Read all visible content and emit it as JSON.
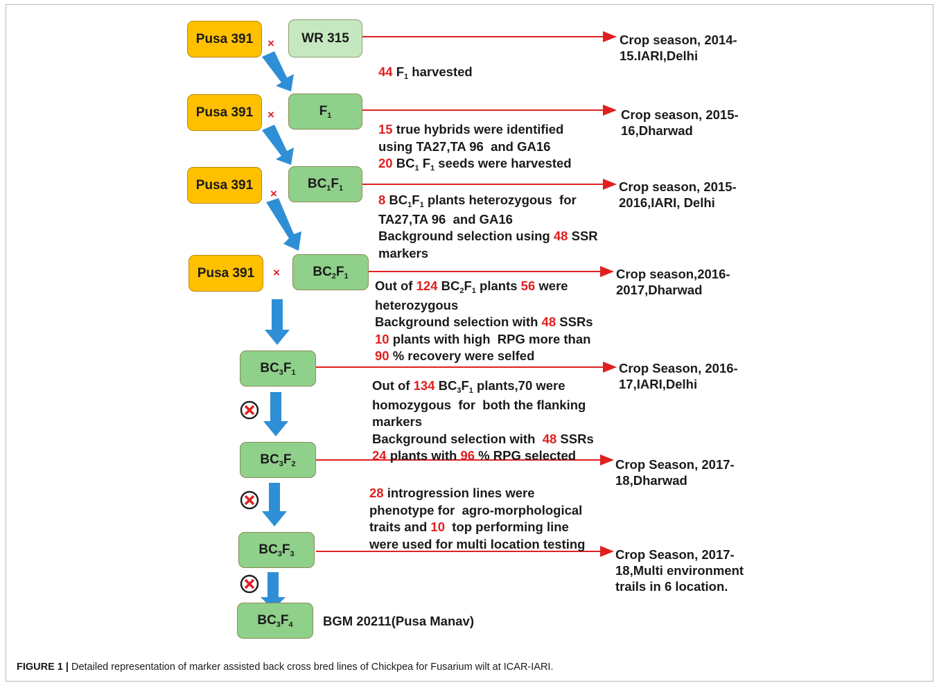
{
  "boxes": {
    "pusa391": "Pusa 391",
    "wr315": "WR 315",
    "f1": "F",
    "bc1f1": "BC",
    "bc2f1": "BC",
    "bc3f1": "BC",
    "bc3f2": "BC",
    "bc3f3": "BC",
    "bc3f4": "BC"
  },
  "cross_symbol": "×",
  "generation_labels": {
    "f1_sub": "1",
    "bc1_sub": "1",
    "bc2_sub": "2",
    "bc3_sub": "3",
    "f_sub_1": "1",
    "f_sub_2": "2",
    "f_sub_3": "3",
    "f_sub_4": "4",
    "F": "F"
  },
  "seasons": [
    "Crop season, 2014-\n15.IARI,Delhi",
    "Crop season, 2015-\n16,Dharwad",
    "Crop season, 2015-\n2016,IARI, Delhi",
    "Crop season,2016-\n2017,Dharwad",
    "Crop Season, 2016-\n17,IARI,Delhi",
    "Crop Season, 2017-\n18,Dharwad",
    "Crop Season, 2017-\n18,Multi environment\ntrails in 6 location."
  ],
  "notes": {
    "n1_num": "44",
    "n1_text": " F",
    "n1_sub": "1",
    "n1_tail": " harvested",
    "n2_l1_num": "15",
    "n2_l1_text": " true hybrids were identified",
    "n2_l2": "using TA27,TA 96  and GA16",
    "n2_l3_num": "20",
    "n2_l3_text": " BC",
    "n2_l3_sub": "1",
    "n2_l3_tail": " F",
    "n2_l3_sub2": "1",
    "n2_l3_end": " seeds were harvested",
    "n3_l1_num": "8",
    "n3_l1_text": " BC",
    "n3_l1_sub": "1",
    "n3_l1_F": "F",
    "n3_l1_sub2": "1",
    "n3_l1_end": " plants heterozygous  for",
    "n3_l2": "TA27,TA 96  and GA16",
    "n3_l3_text": "Background selection using ",
    "n3_l3_num": "48",
    "n3_l3_end": " SSR",
    "n3_l4": "markers",
    "n4_l1_text": "Out of ",
    "n4_l1_num": "124",
    "n4_l1_mid": " BC",
    "n4_l1_sub": "2",
    "n4_l1_F": "F",
    "n4_l1_sub2": "1",
    "n4_l1_tail": " plants ",
    "n4_l1_num2": "56",
    "n4_l1_end": " were",
    "n4_l2": "heterozygous",
    "n4_l3_text": "Background selection with ",
    "n4_l3_num": "48",
    "n4_l3_end": " SSRs",
    "n4_l4_num": "10",
    "n4_l4_text": " plants with high  RPG more than",
    "n4_l5_num": "90",
    "n4_l5_text": " % recovery were selfed",
    "n5_l1_text": "Out of ",
    "n5_l1_num": "134",
    "n5_l1_mid": " BC",
    "n5_l1_sub": "3",
    "n5_l1_F": "F",
    "n5_l1_sub2": "1",
    "n5_l1_end": " plants,70 were",
    "n5_l2": "homozygous  for  both the flanking",
    "n5_l3": "markers",
    "n5_l4_text": "Background selection with  ",
    "n5_l4_num": "48",
    "n5_l4_end": " SSRs",
    "n5_l5_num": "24",
    "n5_l5_text": " plants with ",
    "n5_l5_num2": "96",
    "n5_l5_end": " % RPG selected",
    "n6_l1_num": "28",
    "n6_l1_text": " introgression lines were",
    "n6_l2": "phenotype for  agro-morphological",
    "n6_l3_text": "traits and ",
    "n6_l3_num": "10",
    "n6_l3_end": "  top performing line",
    "n6_l4": "were used for multi location testing",
    "final_variety": "BGM 20211(Pusa Manav)"
  },
  "caption": {
    "label": "FIGURE 1 |",
    "text": " Detailed representation of marker assisted back cross bred lines of Chickpea for Fusarium wilt at ICAR-IARI."
  },
  "colors": {
    "parent_box": "#ffc000",
    "donor_box": "#c6e8c0",
    "progeny_box": "#8fd08a",
    "flow_arrow": "#2e8fd6",
    "season_arrow": "#e02020",
    "highlight_number": "#e02020"
  },
  "icons": [
    "cross-arrow-icon",
    "selfing-icon",
    "down-arrow-icon"
  ]
}
